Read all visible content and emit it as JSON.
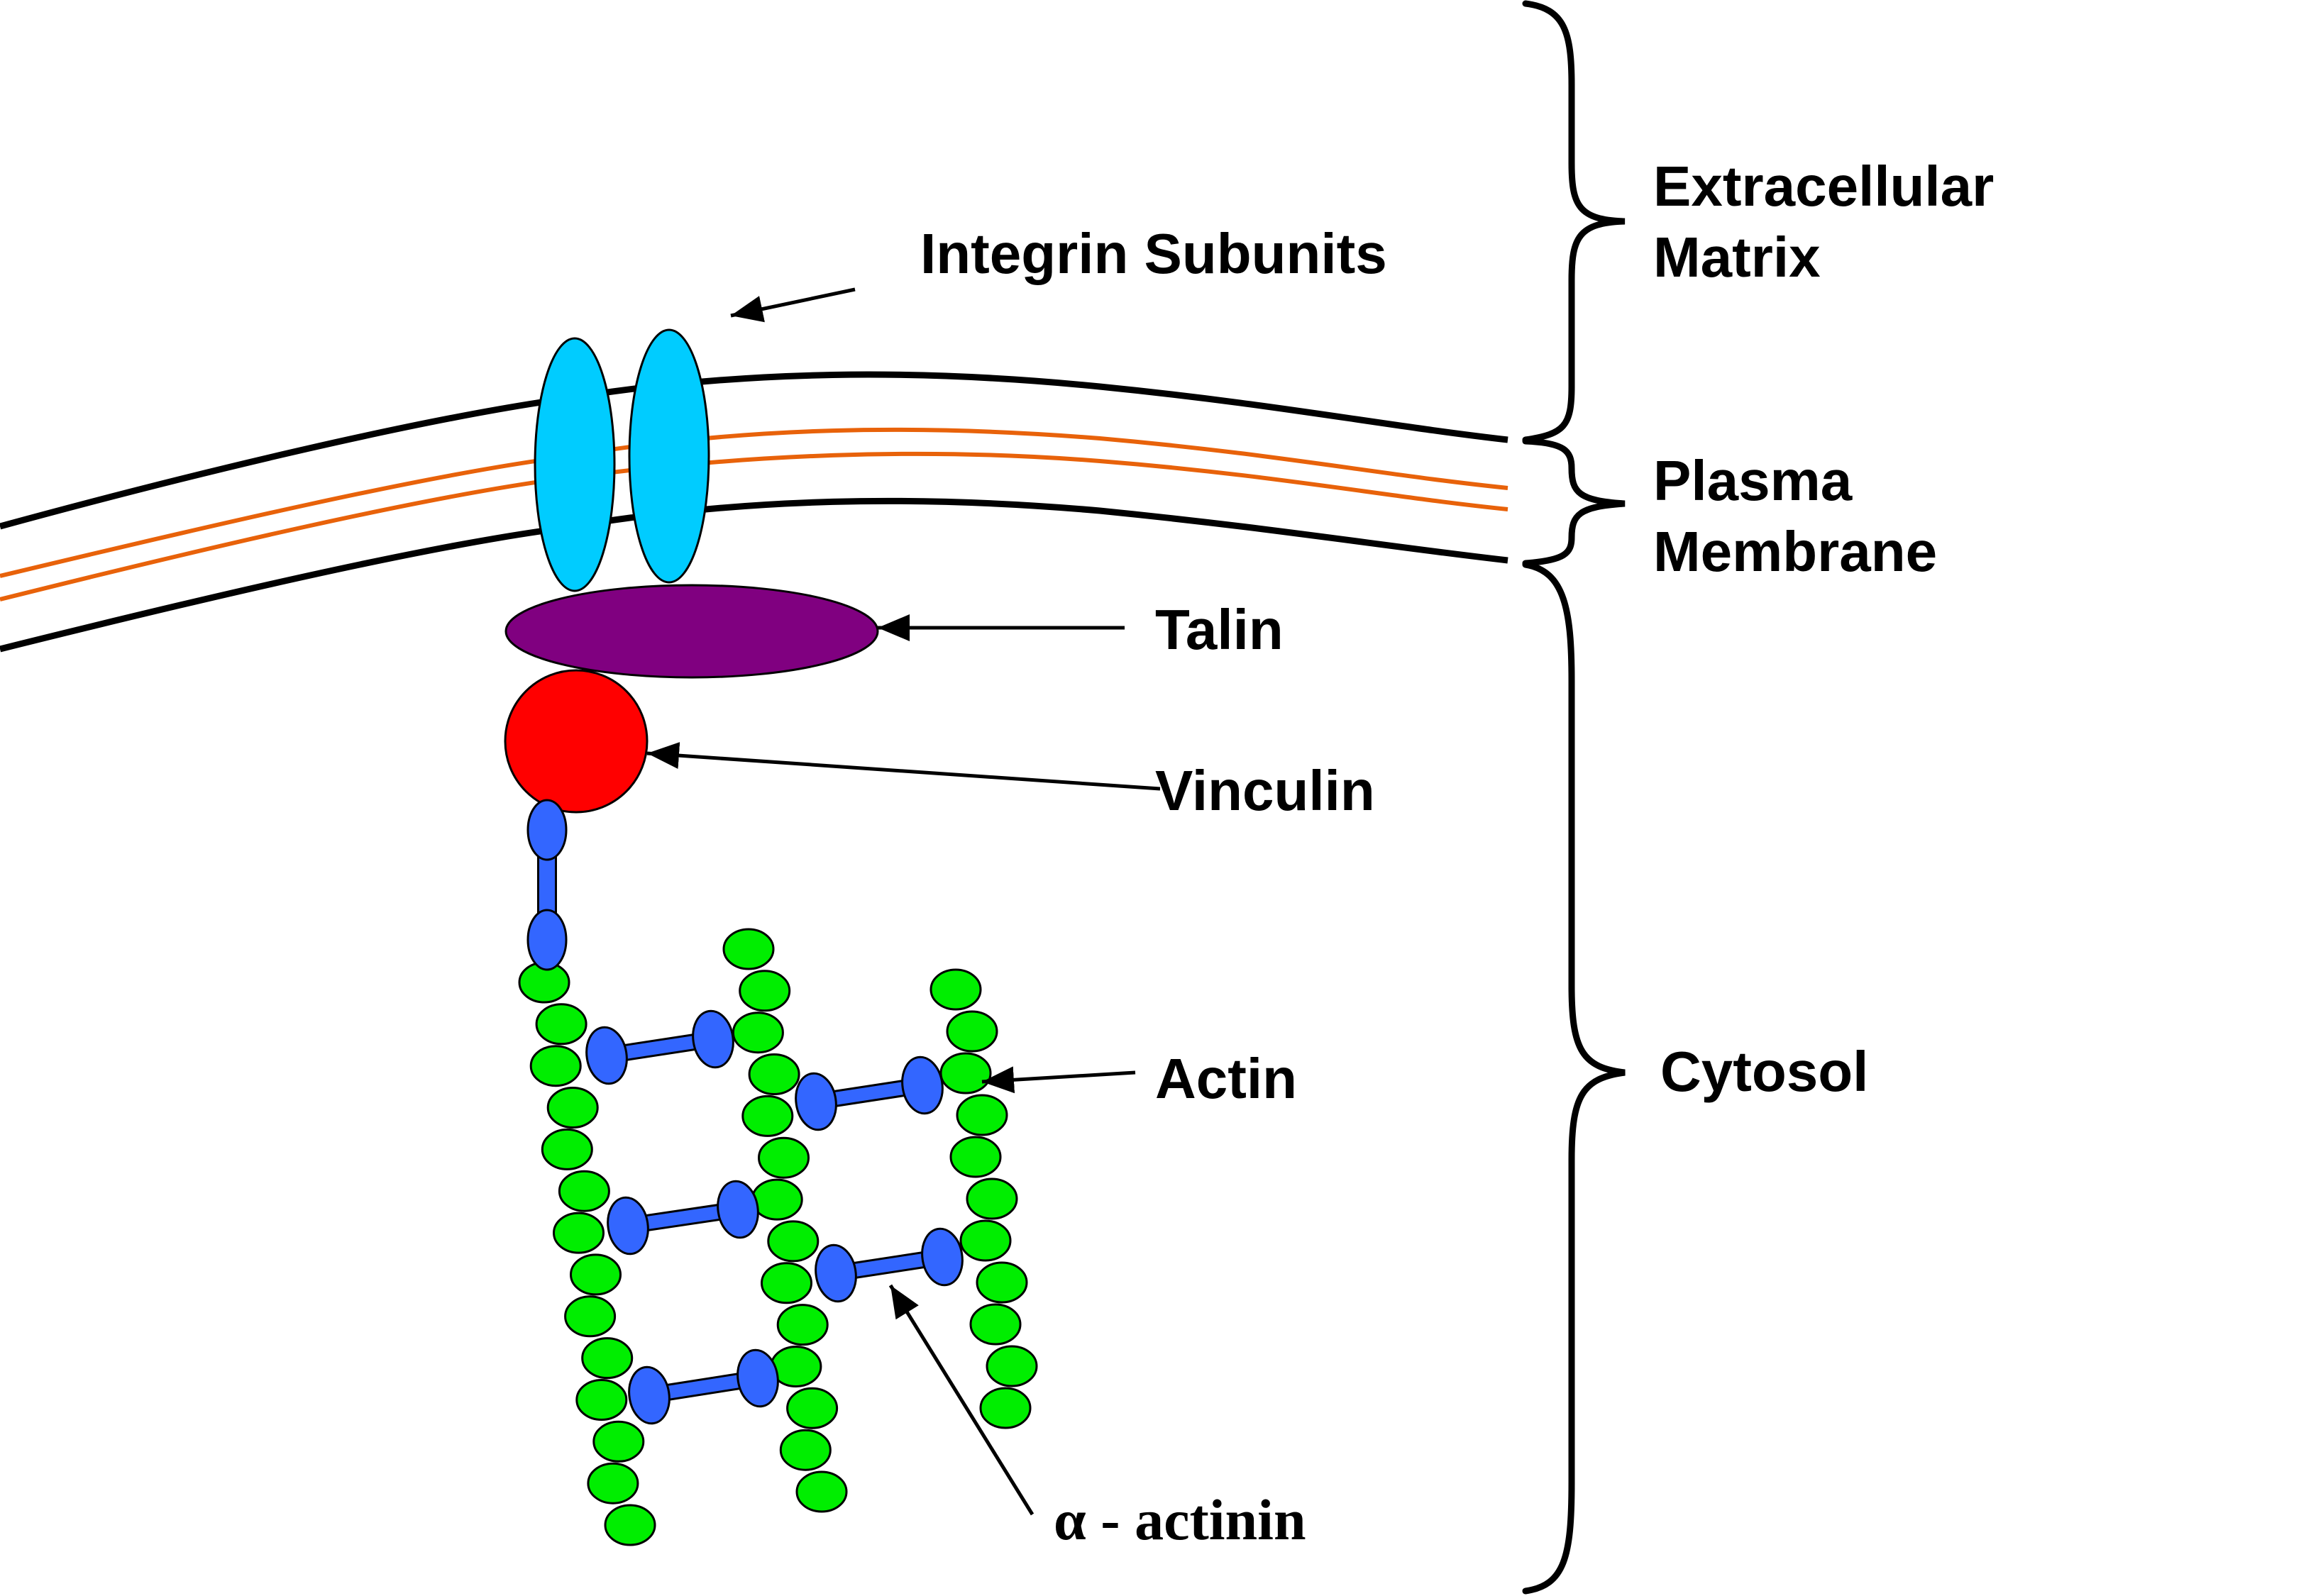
{
  "labels": {
    "integrin": "Integrin Subunits",
    "talin": "Talin",
    "vinculin": "Vinculin",
    "actin": "Actin",
    "alpha_actinin": "α - actinin",
    "extracellular_line1": "Extracellular",
    "extracellular_line2": "Matrix",
    "plasma_line1": "Plasma",
    "plasma_line2": "Membrane",
    "cytosol": "Cytosol"
  },
  "colors": {
    "integrin": "#00CCFF",
    "talin": "#800080",
    "vinculin": "#FF0000",
    "actin": "#00EE00",
    "actinin": "#3366FF",
    "membrane_outer": "#000000",
    "membrane_inner": "#E8620A"
  }
}
